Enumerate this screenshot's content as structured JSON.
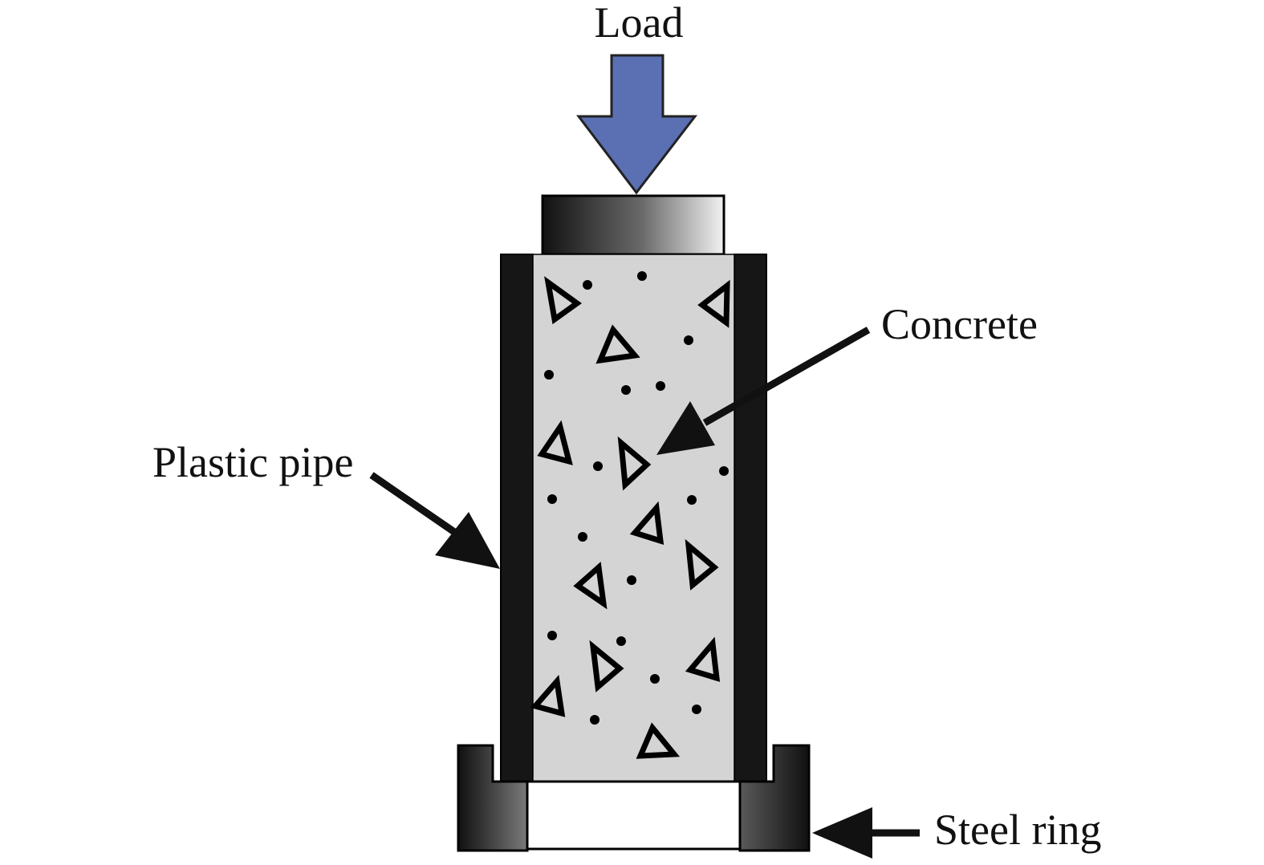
{
  "labels": {
    "load": "Load",
    "concrete": "Concrete",
    "plastic_pipe": "Plastic pipe",
    "steel_ring": "Steel ring"
  },
  "colors": {
    "load_arrow": "#5b6fb3",
    "load_arrow_edge": "#222222",
    "concrete_fill": "#d4d4d4",
    "pipe_wall": "#161616",
    "outline": "#000000",
    "background": "#ffffff"
  }
}
